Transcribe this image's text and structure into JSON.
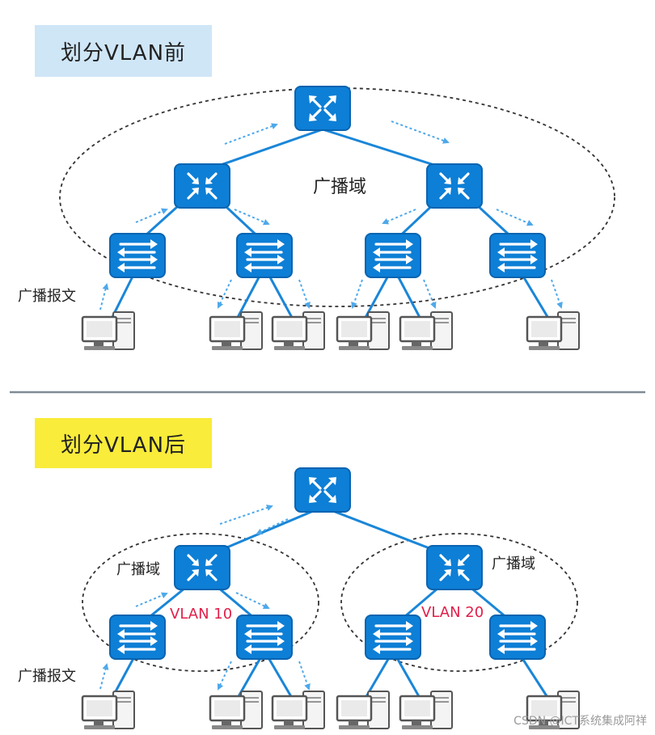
{
  "top": {
    "title": "划分VLAN前",
    "domain_label": "广播域",
    "broadcast_label": "广播报文"
  },
  "bottom": {
    "title": "划分VLAN后",
    "domain_label_left": "广播域",
    "domain_label_right": "广播域",
    "vlan_left": "VLAN 10",
    "vlan_right": "VLAN 20",
    "broadcast_label": "广播报文"
  },
  "watermark": "CSDN @ICT系统集成阿祥",
  "colors": {
    "device_blue": "#0d7fd6",
    "device_blue_dark": "#0a64b0",
    "link_blue": "#1a86d8",
    "arrow_blue": "#4ea8ea",
    "vlan_red": "#e0204a",
    "title_before_bg": "#cfe6f7",
    "title_after_bg": "#f9ec3a"
  },
  "icons": [
    "router-icon",
    "core-switch-icon",
    "access-switch-icon",
    "pc-icon"
  ]
}
